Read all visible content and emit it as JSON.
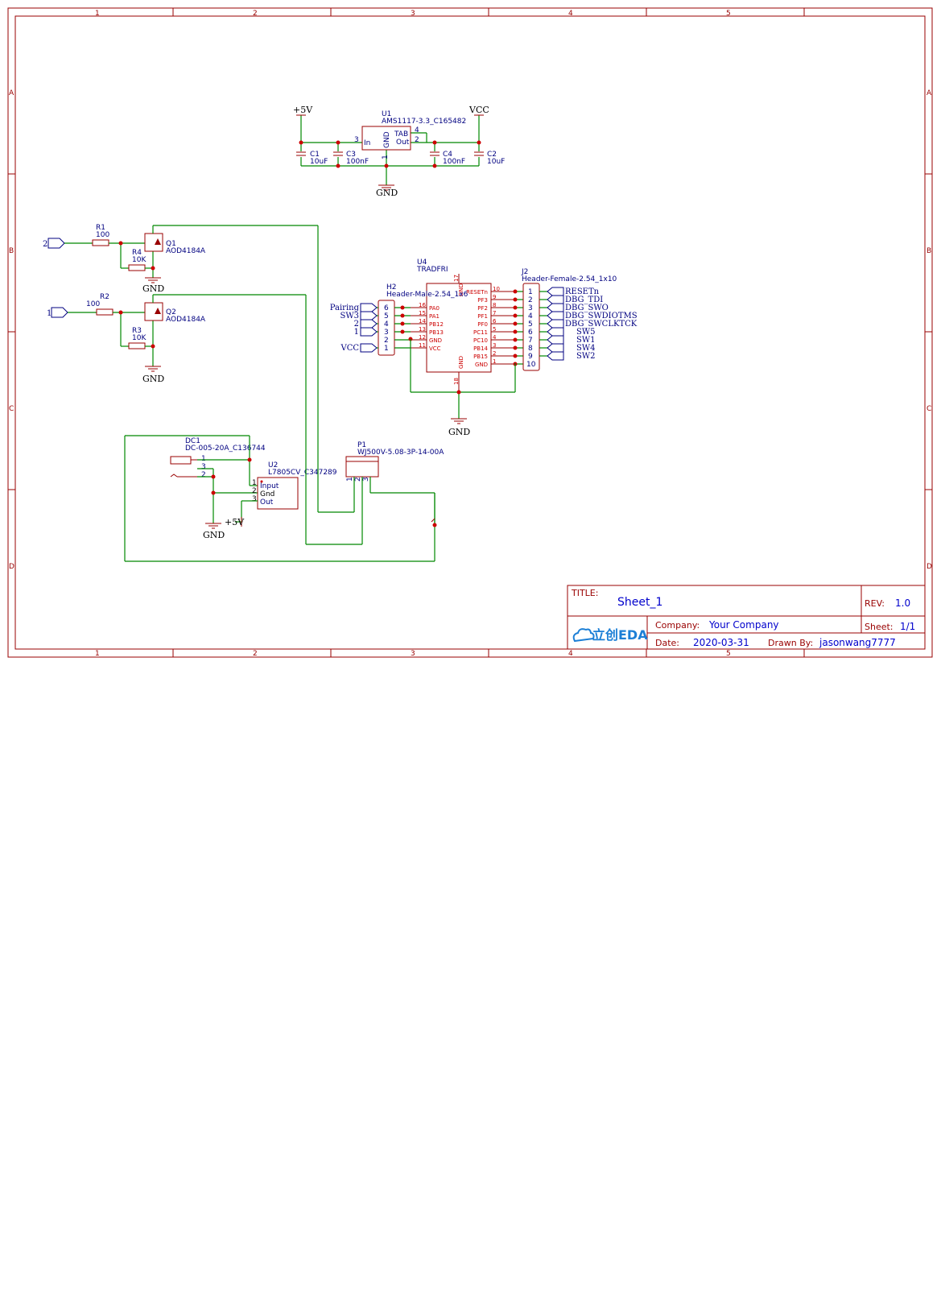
{
  "frame": {
    "columns": [
      "1",
      "2",
      "3",
      "4",
      "5"
    ],
    "rows": [
      "A",
      "B",
      "C",
      "D"
    ]
  },
  "title_block": {
    "title_label": "TITLE:",
    "title": "Sheet_1",
    "rev_label": "REV:",
    "rev": "1.0",
    "company_label": "Company:",
    "company": "Your Company",
    "sheet_label": "Sheet:",
    "sheet": "1/1",
    "date_label": "Date:",
    "date": "2020-03-31",
    "drawn_label": "Drawn By:",
    "drawn_by": "jasonwang7777",
    "logo_text": "立创EDA"
  },
  "components": {
    "u1": {
      "ref": "U1",
      "value": "AMS1117-3.3_C165482",
      "pin_in": "In",
      "pin_gnd": "GND",
      "pin_tab": "TAB",
      "pin_out": "Out",
      "pin3": "3",
      "pin4": "4",
      "pin2": "2",
      "pin1": "1"
    },
    "c1": {
      "ref": "C1",
      "value": "10uF"
    },
    "c3": {
      "ref": "C3",
      "value": "100nF"
    },
    "c4": {
      "ref": "C4",
      "value": "100nF"
    },
    "c2": {
      "ref": "C2",
      "value": "10uF"
    },
    "r1": {
      "ref": "R1",
      "value": "100"
    },
    "r4": {
      "ref": "R4",
      "value": "10K"
    },
    "q1": {
      "ref": "Q1",
      "value": "AOD4184A"
    },
    "r2": {
      "ref": "R2",
      "value": "100"
    },
    "r3": {
      "ref": "R3",
      "value": "10K"
    },
    "q2": {
      "ref": "Q2",
      "value": "AOD4184A"
    },
    "u4": {
      "ref": "U4",
      "value": "TRADFRI",
      "left_pins": [
        {
          "name": "PA0",
          "num": "16"
        },
        {
          "name": "PA1",
          "num": "15"
        },
        {
          "name": "PB12",
          "num": "14"
        },
        {
          "name": "PB13",
          "num": "13"
        },
        {
          "name": "GND",
          "num": "12"
        },
        {
          "name": "VCC",
          "num": "11"
        }
      ],
      "right_pins": [
        {
          "name": "RESETn",
          "num": "10"
        },
        {
          "name": "PF3",
          "num": "9"
        },
        {
          "name": "PF2",
          "num": "8"
        },
        {
          "name": "PF1",
          "num": "7"
        },
        {
          "name": "PF0",
          "num": "6"
        },
        {
          "name": "PC11",
          "num": "5"
        },
        {
          "name": "PC10",
          "num": "4"
        },
        {
          "name": "PB14",
          "num": "3"
        },
        {
          "name": "PB15",
          "num": "2"
        },
        {
          "name": "GND",
          "num": "1"
        }
      ],
      "top_pin": {
        "name": "GND",
        "num": "17"
      },
      "bottom_pin": {
        "name": "GND",
        "num": "18"
      }
    },
    "h2": {
      "ref": "H2",
      "value": "Header-Male-2.54_1x6",
      "pins": [
        "6",
        "5",
        "4",
        "3",
        "2",
        "1"
      ],
      "nets": [
        "Pairing",
        "SW3",
        "2",
        "1",
        "",
        "VCC"
      ]
    },
    "j2": {
      "ref": "J2",
      "value": "Header-Female-2.54_1x10",
      "pins": [
        "1",
        "2",
        "3",
        "4",
        "5",
        "6",
        "7",
        "8",
        "9",
        "10"
      ],
      "nets": [
        "RESETn",
        "DBG_TDI",
        "DBG_SWO",
        "DBG_SWDIOTMS",
        "DBG_SWCLKTCK",
        "SW5",
        "SW1",
        "SW4",
        "SW2"
      ]
    },
    "dc1": {
      "ref": "DC1",
      "value": "DC-005-20A_C136744",
      "pins": [
        "1",
        "3",
        "2"
      ]
    },
    "u2": {
      "ref": "U2",
      "value": "L7805CV_C347289",
      "pins": [
        "Input",
        "Gnd",
        "Out"
      ],
      "nums": [
        "1",
        "2",
        "3"
      ]
    },
    "p1": {
      "ref": "P1",
      "value": "WJ500V-5.08-3P-14-00A",
      "pins": [
        "1",
        "2",
        "3"
      ]
    }
  },
  "nets": {
    "plus5v_top": "+5V",
    "vcc_top": "VCC",
    "gnd_u1": "GND",
    "gnd_q1": "GND",
    "gnd_q2": "GND",
    "gnd_u4": "GND",
    "gnd_u2": "GND",
    "plus5v_u2": "+5V",
    "port_q1": "2",
    "port_q2": "1"
  }
}
